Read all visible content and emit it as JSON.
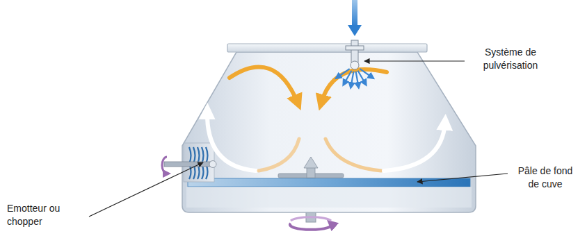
{
  "diagram": {
    "labels": [
      "Système de pulvérisation",
      "Pâle de fond de cuve",
      "Emotteur ou chopper"
    ]
  }
}
